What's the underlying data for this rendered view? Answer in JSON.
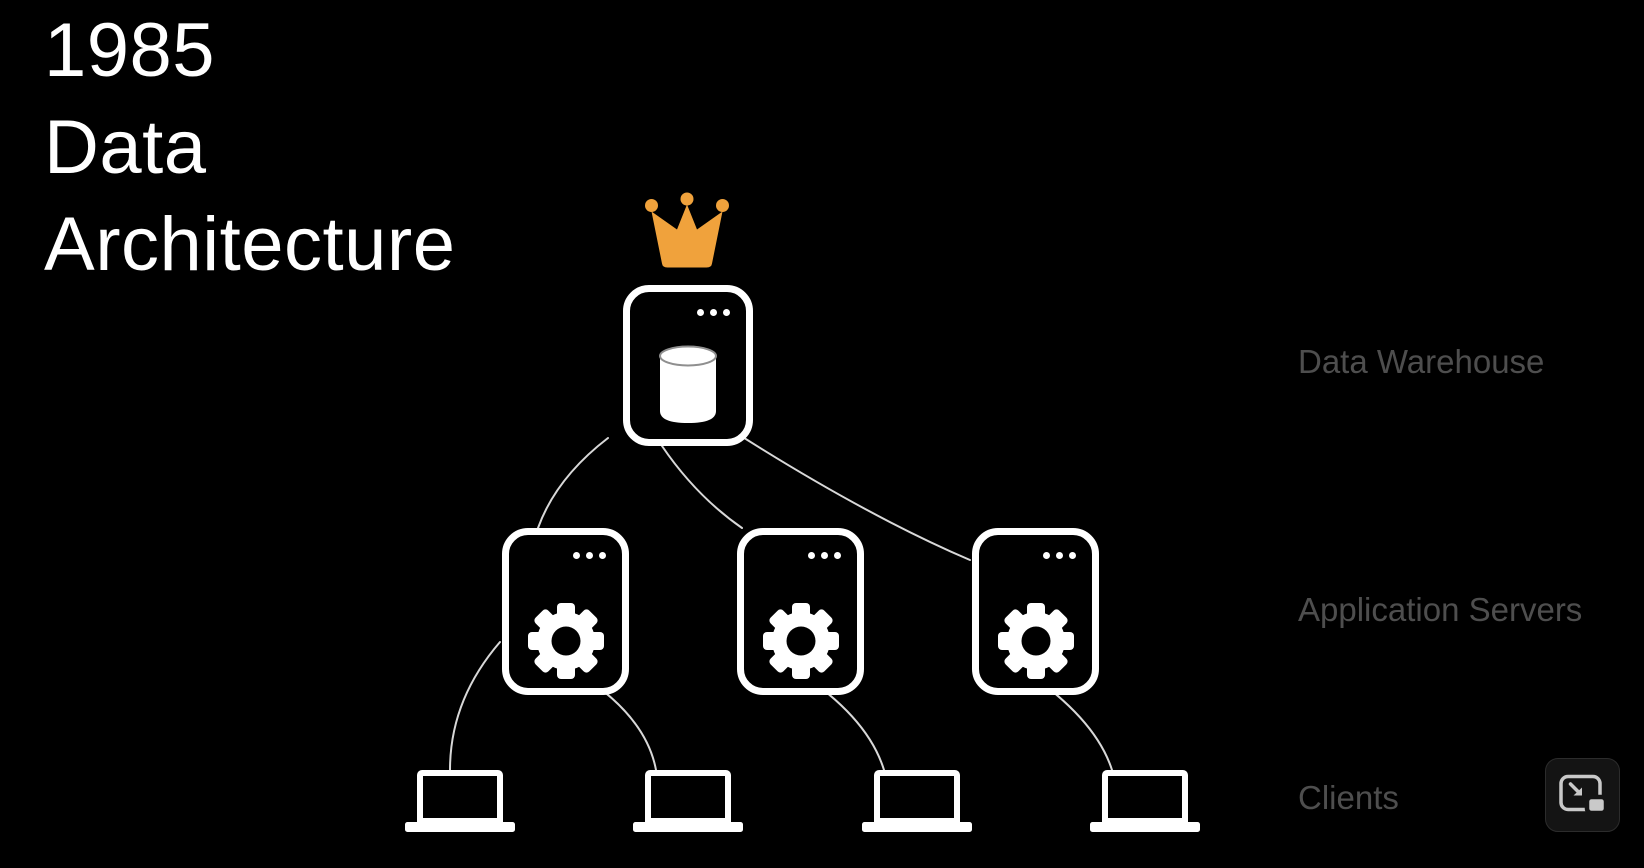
{
  "slide": {
    "title_lines": [
      "1985",
      "Data",
      "Architecture"
    ]
  },
  "diagram": {
    "tiers": [
      {
        "id": "data-warehouse",
        "label": "Data Warehouse",
        "node_count": 1,
        "node_icon": "database-icon",
        "crowned": true
      },
      {
        "id": "application-servers",
        "label": "Application Servers",
        "node_count": 3,
        "node_icon": "gear-icon",
        "crowned": false
      },
      {
        "id": "clients",
        "label": "Clients",
        "node_count": 4,
        "node_icon": "laptop-icon",
        "crowned": false
      }
    ]
  },
  "overlay": {
    "pip_button_icon": "picture-in-picture-icon"
  },
  "colors": {
    "background": "#000000",
    "title": "#ffffff",
    "tier_label": "#4e4e4e",
    "crown": "#f0a23c",
    "node": "#ffffff",
    "connector": "#d8d8d8"
  }
}
